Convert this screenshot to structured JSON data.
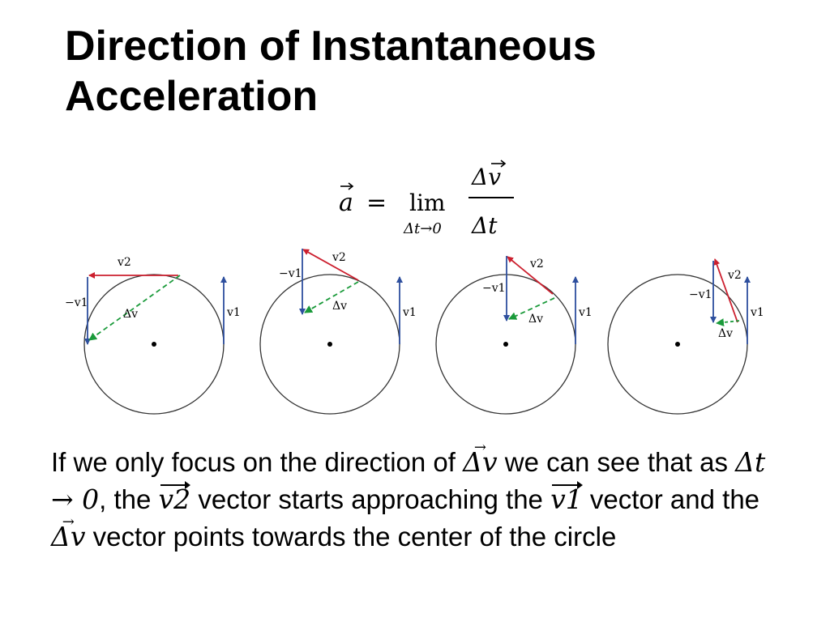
{
  "slide": {
    "title": "Direction of Instantaneous Acceleration"
  },
  "formula": {
    "lhs": "a",
    "equals": "=",
    "lim": "lim",
    "limit_sub": "Δt→0",
    "numerator": "Δv",
    "denominator": "Δt"
  },
  "diagram": {
    "label_v1": "v1",
    "label_neg_v1": "−v1",
    "label_v2": "v2",
    "label_dv": "Δv",
    "colors": {
      "v1": "#2e4f9e",
      "v2": "#cc1f2e",
      "dv": "#1a9a3a",
      "circle": "#333333"
    }
  },
  "explanation": {
    "p1": "If we only focus on the direction of ",
    "m1": "Δv",
    "p2": " we can see that as ",
    "m2": "Δt → 0",
    "p3": ", the ",
    "m3": "v2",
    "p4": " vector starts approaching the ",
    "m4": "v1",
    "p5": " vector and the ",
    "m5": "Δv",
    "p6": " vector points towards the center of the circle"
  }
}
